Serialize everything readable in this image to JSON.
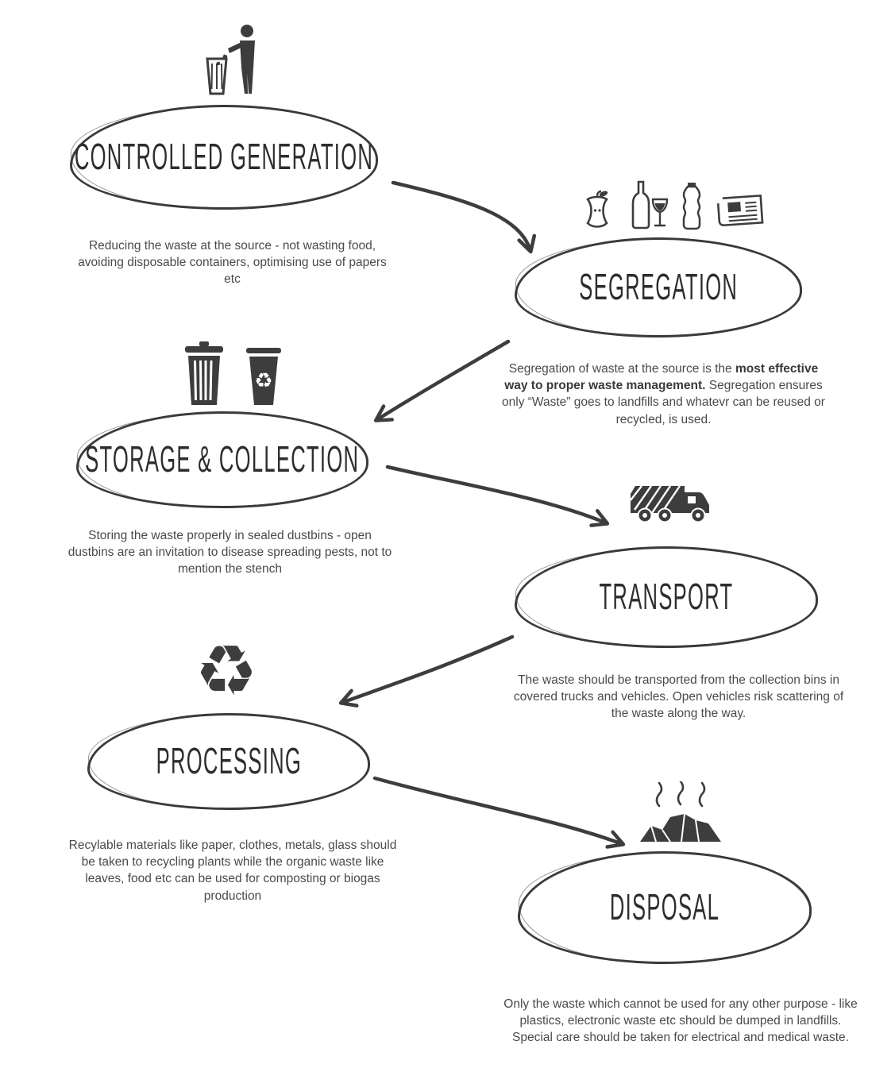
{
  "page": {
    "background": "#ffffff",
    "ink_color": "#3d3d3d",
    "text_color": "#4a4a4a"
  },
  "glyphs": {
    "recycle": "♻"
  },
  "steps": [
    {
      "id": "controlled-generation",
      "title": "CONTROLLED GENERATION",
      "description": "Reducing the waste at the source - not wasting food, avoiding disposable containers, optimising use of papers etc",
      "icons": [
        "littering-person-icon"
      ]
    },
    {
      "id": "segregation",
      "title": "SEGREGATION",
      "desc_pre": "Segregation of waste at the source is the ",
      "desc_bold": "most effective way to proper waste management.",
      "desc_post": " Segregation ensures only “Waste” goes to landfills and whatevr can be reused or recycled, is used.",
      "icons": [
        "apple-core-icon",
        "wine-bottle-and-glass-icon",
        "water-bottle-icon",
        "newspaper-icon"
      ]
    },
    {
      "id": "storage-and-collection",
      "title": "STORAGE & COLLECTION",
      "description": "Storing the waste properly in sealed dustbins - open dustbins are an invitation to disease spreading pests, not to mention the stench",
      "icons": [
        "trash-can-icon",
        "recycle-bin-icon"
      ]
    },
    {
      "id": "transport",
      "title": "TRANSPORT",
      "description": "The waste should be transported from the collection bins in covered trucks and vehicles. Open vehicles risk scattering of the waste along the way.",
      "icons": [
        "garbage-truck-icon"
      ]
    },
    {
      "id": "processing",
      "title": "PROCESSING",
      "description": "Recylable materials like paper, clothes, metals, glass should be taken to recycling plants while the organic waste like leaves, food etc can be used for composting or biogas production",
      "icons": [
        "recycling-symbol-icon"
      ]
    },
    {
      "id": "disposal",
      "title": "DISPOSAL",
      "description": "Only the waste which cannot be used for any other purpose - like plastics, electronic waste etc should be dumped in landfills. Special care should be taken for electrical and medical waste.",
      "icons": [
        "waste-pile-icon"
      ]
    }
  ]
}
